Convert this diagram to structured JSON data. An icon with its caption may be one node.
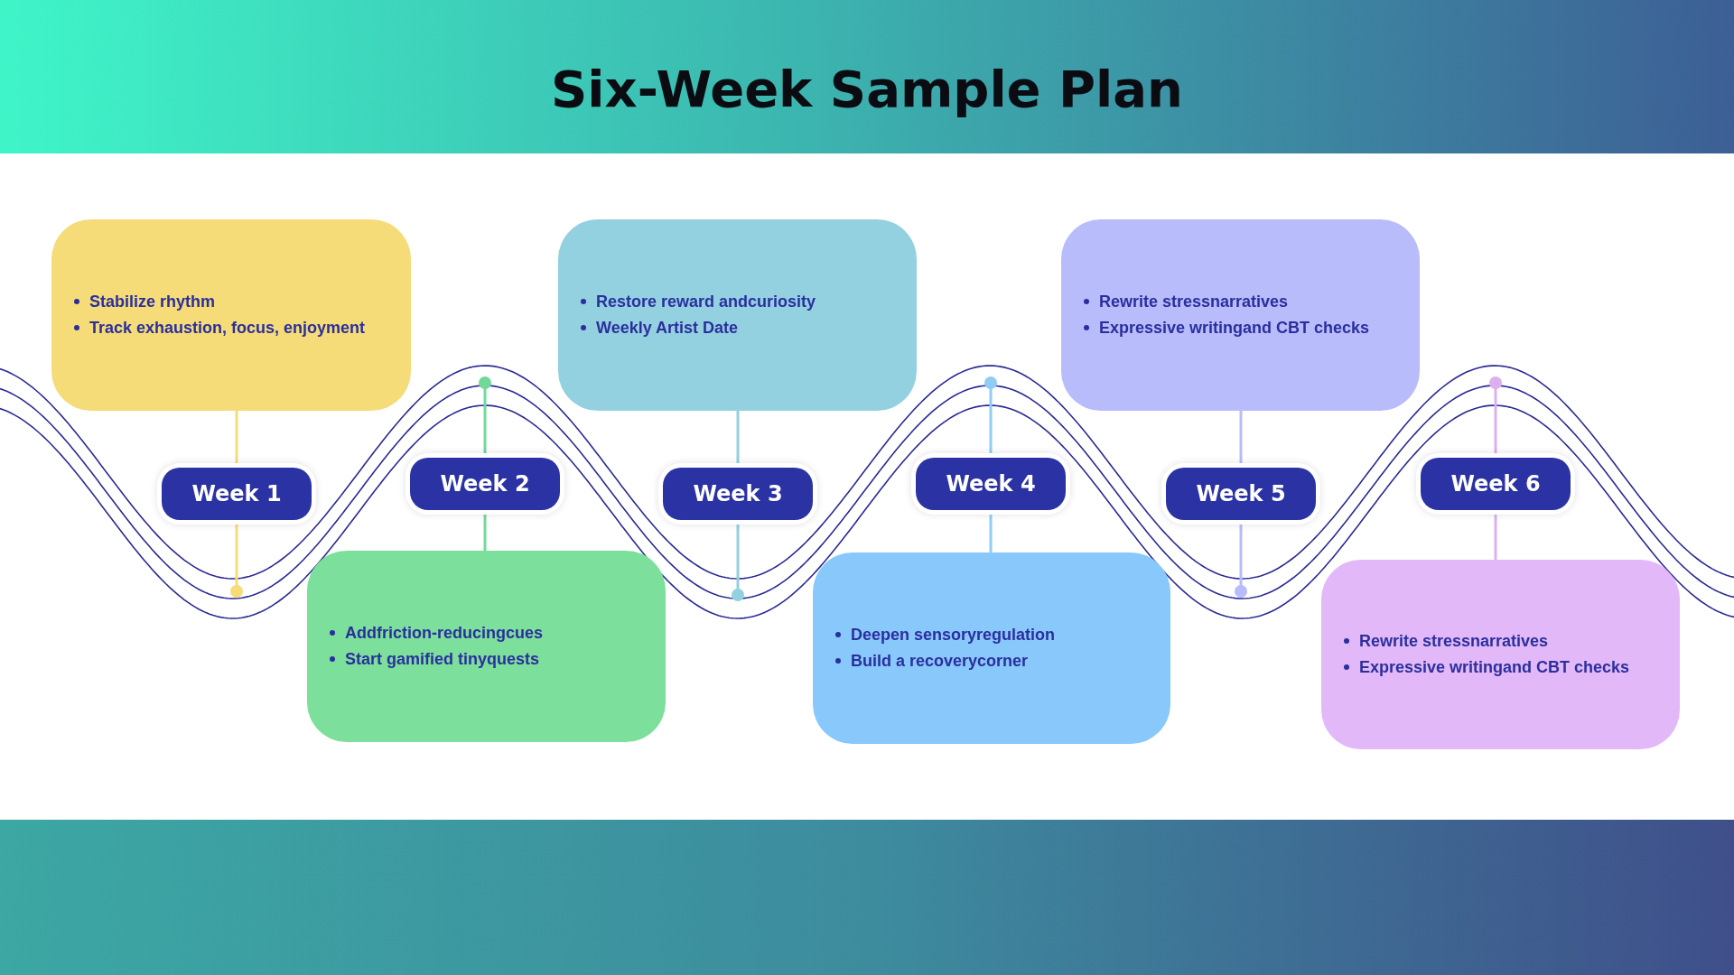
{
  "diagram": {
    "title": "Six-Week Sample Plan",
    "nodes": [
      {
        "text": [
          "Stabilize rhythm",
          "Track exhaustion, focus, enjoyment"
        ]
      },
      {
        "text": [
          "Addfriction-reducingcues",
          "Start gamified tinyquests"
        ]
      },
      {
        "text": [
          "Restore reward andcuriosity",
          "Weekly Artist Date"
        ]
      },
      {
        "text": [
          "Deepen sensoryregulation",
          "Build a recoverycorner"
        ]
      },
      {
        "text": [
          "Rewrite stressnarratives",
          "Expressive writingand CBT checks"
        ]
      },
      {
        "text": [
          "Rewrite stressnarratives",
          "Expressive writingand CBT checks"
        ]
      },
      {
        "text": [
          "Week 1"
        ]
      },
      {
        "text": [
          "Week 2"
        ]
      },
      {
        "text": [
          "Week 3"
        ]
      },
      {
        "text": [
          "Week 4"
        ]
      },
      {
        "text": [
          "Week 5"
        ]
      },
      {
        "text": [
          "Week 6"
        ]
      }
    ],
    "edges": [
      {
        "from": 6,
        "to": 0,
        "arrow": "none",
        "color": "#f5dc78"
      },
      {
        "from": 7,
        "to": 1,
        "arrow": "none",
        "color": "#72d89a"
      },
      {
        "from": 8,
        "to": 2,
        "arrow": "none",
        "color": "#93d0e0"
      },
      {
        "from": 9,
        "to": 3,
        "arrow": "none",
        "color": "#8fcdf5"
      },
      {
        "from": 10,
        "to": 4,
        "arrow": "none",
        "color": "#b8bcfb"
      },
      {
        "from": 11,
        "to": 5,
        "arrow": "none",
        "color": "#dcb0f0"
      }
    ]
  }
}
